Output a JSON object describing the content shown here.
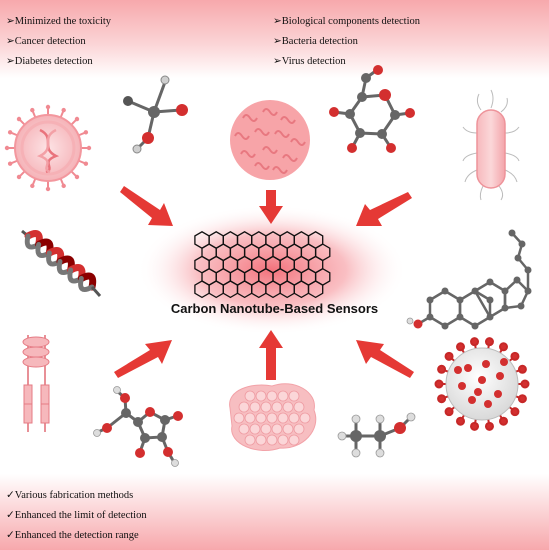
{
  "top_left_features": [
    "➢Minimized the toxicity",
    "➢Cancer detection",
    "➢Diabetes detection"
  ],
  "top_right_features": [
    "➢Biological components detection",
    "➢Bacteria detection",
    "➢Virus detection"
  ],
  "bottom_features": [
    "✓Various fabrication methods",
    "✓Enhanced the limit of detection",
    "✓Enhanced the detection range"
  ],
  "center_title": "Carbon Nanotube-Based Sensors",
  "colors": {
    "accent_red": "#e53935",
    "band_pink": "#f7a8ac",
    "molecule_grey": "#555555",
    "oxygen_red": "#d32f2f"
  },
  "icons": [
    "virus-particle-icon",
    "carboxylic-acid-molecule-icon",
    "cell-cluster-icon",
    "glucose-molecule-icon",
    "bacterium-icon",
    "protein-helix-icon",
    "nanotube-icon",
    "cholesterol-molecule-icon",
    "antibody-strand-icon",
    "ascorbic-acid-molecule-icon",
    "tissue-icon",
    "ethanol-molecule-icon",
    "coronavirus-icon"
  ]
}
